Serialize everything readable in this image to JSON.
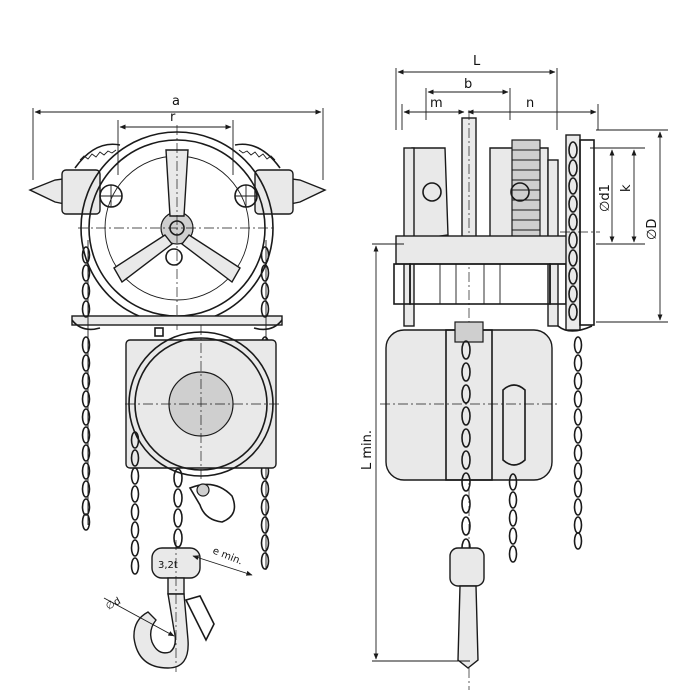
{
  "labels": {
    "a": "a",
    "r": "r",
    "L": "L",
    "b": "b",
    "m": "m",
    "n": "n",
    "d1": "∅d1",
    "k": "k",
    "D": "∅D",
    "Lmin": "L min.",
    "emin": "e min.",
    "d": "∅d",
    "capacity_mark": "3,2t"
  }
}
